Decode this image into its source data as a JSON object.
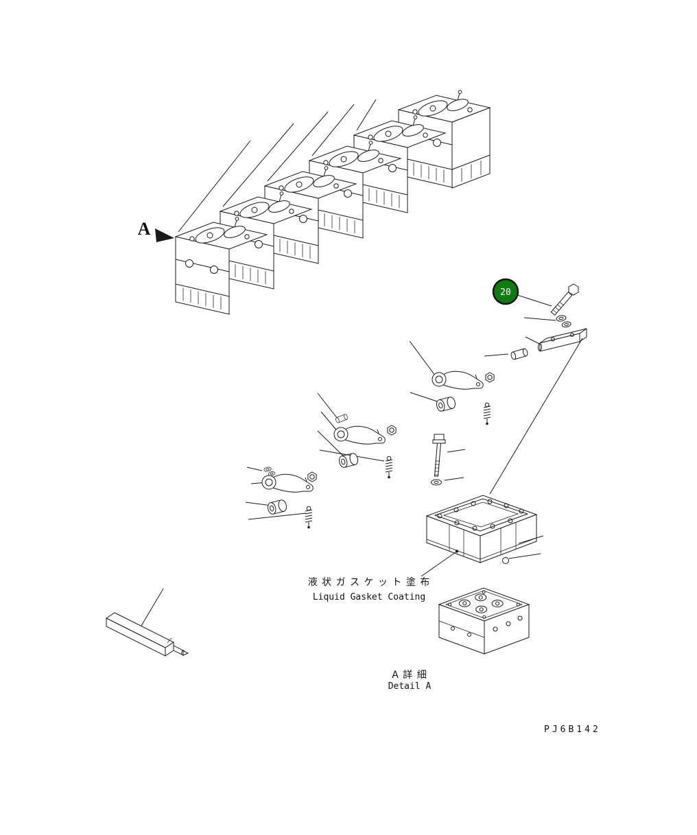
{
  "colors": {
    "callout_fill": "#0e7c10",
    "line": "#1a1a1a",
    "background": "#ffffff"
  },
  "labels": {
    "view_arrow": "A",
    "callout_20": "20",
    "gasket_note_jp": "液 状 ガ ス ケ ッ ト 塗 布",
    "gasket_note_en": "Liquid Gasket Coating",
    "detail_jp": "A  詳  細",
    "detail_en": "Detail A",
    "drawing_code": "PJ6B142"
  }
}
